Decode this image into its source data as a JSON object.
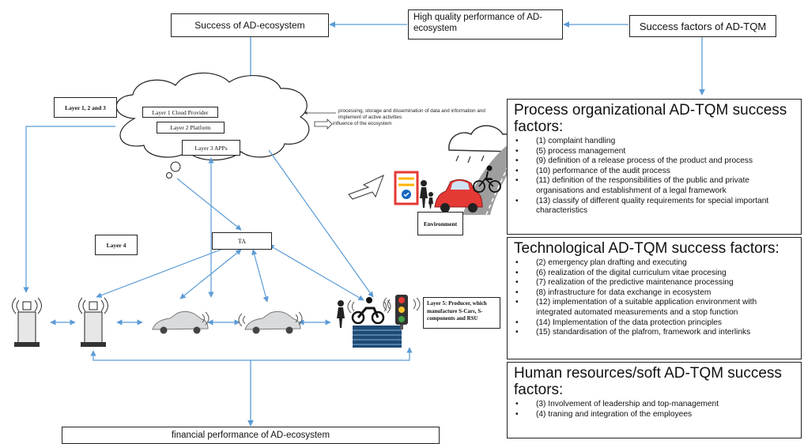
{
  "top": {
    "success_ecosystem": "Success of AD-ecosystem",
    "high_quality": "High quality performance of AD-ecosystem",
    "success_factors": "Success factors of AD-TQM"
  },
  "cloud": {
    "layers_123": "Layer 1, 2 and 3",
    "layer1": "Layer 1 Cloud Provider",
    "layer2": "Layer 2 Platform",
    "layer3": "Layer 3 APPs"
  },
  "annotations": {
    "processing": "processing, storage and dissemination of data and information and implement of active activities",
    "influence": "influence of the ecosystem"
  },
  "environment": "Environment",
  "layer4": "Layer 4",
  "ta": "TA",
  "layer5": "Layer 5: Producer, which manufacture S-Cars, S-components and RSU",
  "financial": "financial performance of AD-ecosystem",
  "panels": {
    "process": {
      "title": "Process organizational AD-TQM success factors:",
      "items": [
        "(1) complaint handling",
        "(5) process management",
        "(9) definition of a release process of the product and process",
        "(10) performance of the audit process",
        "(11) definition of the responsibilities of the public and private organisations and establishment of a legal framework",
        "(13) classify of different quality requirements for special important characteristics"
      ]
    },
    "technological": {
      "title": "Technological AD-TQM success factors:",
      "items": [
        "(2) emergency plan drafting and executing",
        "(6) realization of the digital curriculum vitae procesing",
        "(7) realization of the predictive maintenance processing",
        "(8) infrastructure for data exchange in ecosystem",
        "(12) implementation of a suitable application environment with integrated automated measurements and a stop function",
        "(14) Implementation of the data protection principles",
        "(15) standardisation of the plafrom, framework and interlinks"
      ]
    },
    "human": {
      "title": "Human resources/soft AD-TQM success factors:",
      "items": [
        "(3) Involvement of leadership and top-management",
        "(4) traning and integration of the employees"
      ]
    }
  },
  "colors": {
    "arrow": "#5b9bd5",
    "line": "#222222"
  }
}
